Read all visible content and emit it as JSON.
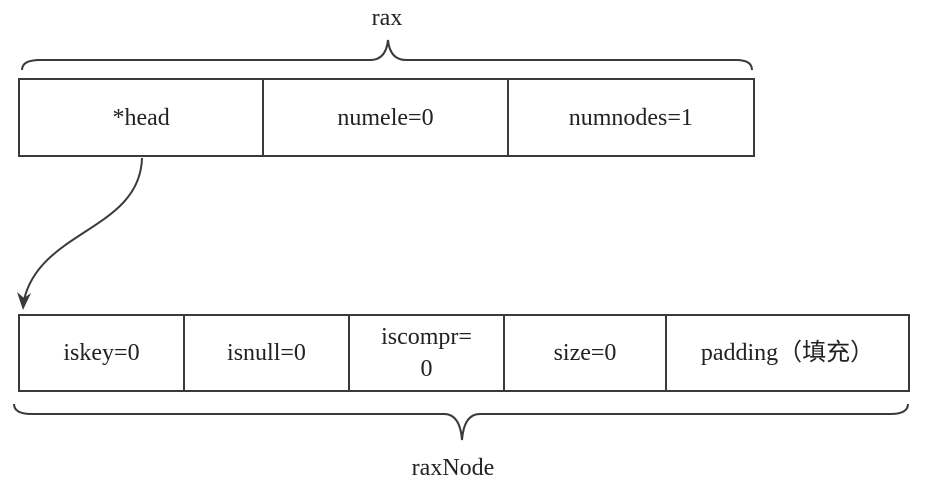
{
  "rax": {
    "title": "rax",
    "fields": [
      {
        "label": "*head"
      },
      {
        "label": "numele=0"
      },
      {
        "label": "numnodes=1"
      }
    ]
  },
  "raxNode": {
    "title": "raxNode",
    "fields": [
      {
        "label": "iskey=0"
      },
      {
        "label": "isnull=0"
      },
      {
        "label": "iscompr=\n0"
      },
      {
        "label": "size=0"
      },
      {
        "label": "padding（填充）"
      }
    ]
  },
  "colors": {
    "line": "#3a3a3a",
    "text": "#222222",
    "background": "#ffffff"
  }
}
